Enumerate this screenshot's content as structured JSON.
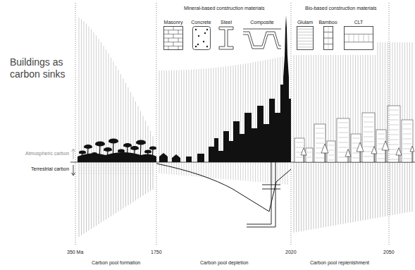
{
  "diagram": {
    "title": "Buildings as carbon sinks",
    "nodes": [
      {
        "text": [
          "Masonry"
        ]
      },
      {
        "text": [
          "Concrete"
        ]
      },
      {
        "text": [
          "Steel"
        ]
      },
      {
        "text": [
          "Composite"
        ]
      },
      {
        "text": [
          "Glulam"
        ]
      },
      {
        "text": [
          "Bamboo"
        ]
      },
      {
        "text": [
          "CLT"
        ]
      }
    ],
    "labels": [
      "Mineral-based construction materials",
      "Bio-based construction materials",
      "Atmospheric carbon",
      "Terrestrial carbon",
      "350 Ma",
      "1750",
      "2020",
      "2050",
      "Carbon pool formation",
      "Carbon pool depletion",
      "Carbon pool replenishment"
    ]
  }
}
